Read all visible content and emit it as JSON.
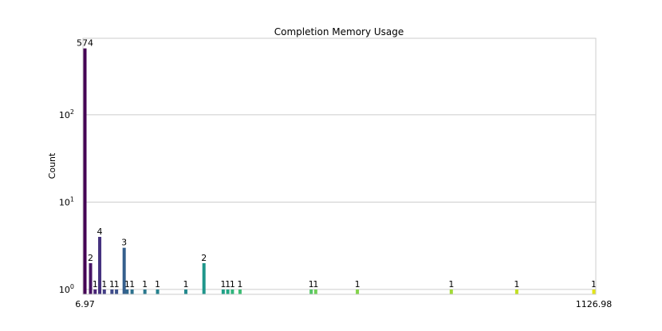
{
  "chart_data": {
    "type": "bar",
    "title": "Completion Memory Usage",
    "xlabel": "",
    "ylabel": "Count",
    "y_scale": "log",
    "ylim": [
      0.88,
      750
    ],
    "grid": "horizontal",
    "legend": "none",
    "x_range": [
      6.97,
      1126.98
    ],
    "x_tick_labels": [
      "6.97",
      "1126.98"
    ],
    "y_ticks": [
      {
        "value": 1,
        "base": "10",
        "exp": "0"
      },
      {
        "value": 10,
        "base": "10",
        "exp": "1"
      },
      {
        "value": 100,
        "base": "10",
        "exp": "2"
      }
    ],
    "x": [
      6.97,
      19.3,
      29.4,
      39.5,
      49.6,
      66.4,
      76.5,
      93.3,
      99.7,
      110.7,
      138.9,
      166.8,
      229.0,
      268.9,
      311.3,
      321.4,
      331.5,
      348.3,
      504.9,
      514.9,
      606.6,
      813.3,
      957.4,
      1126.98
    ],
    "values": [
      574,
      2,
      1,
      4,
      1,
      1,
      1,
      3,
      1,
      1,
      1,
      1,
      1,
      2,
      1,
      1,
      1,
      1,
      1,
      1,
      1,
      1,
      1,
      1
    ],
    "data_labels": [
      "574",
      "2",
      "1",
      "4",
      "1",
      "1",
      "1",
      "3",
      "1",
      "1",
      "1",
      "1",
      "1",
      "2",
      "1",
      "1",
      "1",
      "1",
      "1",
      "1",
      "1",
      "1",
      "1",
      "1"
    ],
    "colors": [
      "#440154",
      "#471365",
      "#482374",
      "#45327f",
      "#433e85",
      "#3f4a8a",
      "#3b528b",
      "#355f8d",
      "#31688e",
      "#2d718e",
      "#2a788e",
      "#26828e",
      "#23898e",
      "#1f968b",
      "#1fa088",
      "#22a884",
      "#2fb47c",
      "#3dbc74",
      "#56c667",
      "#6ece58",
      "#84d44b",
      "#a2da37",
      "#c2df23",
      "#e2e418"
    ]
  }
}
